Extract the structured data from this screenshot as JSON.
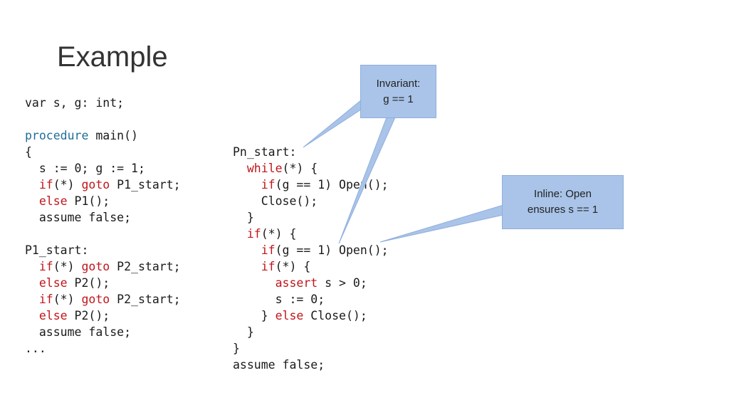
{
  "slide": {
    "title": "Example",
    "left_code": {
      "lines": [
        [
          {
            "t": "var s, g: int;"
          }
        ],
        [
          {
            "t": ""
          }
        ],
        [
          {
            "t": "procedure",
            "c": "blue"
          },
          {
            "t": " main()"
          }
        ],
        [
          {
            "t": "{"
          }
        ],
        [
          {
            "t": "  s := 0; g := 1;"
          }
        ],
        [
          {
            "t": "  "
          },
          {
            "t": "if",
            "c": "red"
          },
          {
            "t": "(*) "
          },
          {
            "t": "goto",
            "c": "red"
          },
          {
            "t": " P1_start;"
          }
        ],
        [
          {
            "t": "  "
          },
          {
            "t": "else",
            "c": "red"
          },
          {
            "t": " P1();"
          }
        ],
        [
          {
            "t": "  assume false;"
          }
        ],
        [
          {
            "t": ""
          }
        ],
        [
          {
            "t": "P1_start:"
          }
        ],
        [
          {
            "t": "  "
          },
          {
            "t": "if",
            "c": "red"
          },
          {
            "t": "(*) "
          },
          {
            "t": "goto",
            "c": "red"
          },
          {
            "t": " P2_start;"
          }
        ],
        [
          {
            "t": "  "
          },
          {
            "t": "else",
            "c": "red"
          },
          {
            "t": " P2();"
          }
        ],
        [
          {
            "t": "  "
          },
          {
            "t": "if",
            "c": "red"
          },
          {
            "t": "(*) "
          },
          {
            "t": "goto",
            "c": "red"
          },
          {
            "t": " P2_start;"
          }
        ],
        [
          {
            "t": "  "
          },
          {
            "t": "else",
            "c": "red"
          },
          {
            "t": " P2();"
          }
        ],
        [
          {
            "t": "  assume false;"
          }
        ],
        [
          {
            "t": "..."
          }
        ]
      ]
    },
    "right_code": {
      "lines": [
        [
          {
            "t": "Pn_start:"
          }
        ],
        [
          {
            "t": "  "
          },
          {
            "t": "while",
            "c": "red"
          },
          {
            "t": "(*) {"
          }
        ],
        [
          {
            "t": "    "
          },
          {
            "t": "if",
            "c": "red"
          },
          {
            "t": "(g == 1) Open();"
          }
        ],
        [
          {
            "t": "    Close();"
          }
        ],
        [
          {
            "t": "  }"
          }
        ],
        [
          {
            "t": "  "
          },
          {
            "t": "if",
            "c": "red"
          },
          {
            "t": "(*) {"
          }
        ],
        [
          {
            "t": "    "
          },
          {
            "t": "if",
            "c": "red"
          },
          {
            "t": "(g == 1) Open();"
          }
        ],
        [
          {
            "t": "    "
          },
          {
            "t": "if",
            "c": "red"
          },
          {
            "t": "(*) {"
          }
        ],
        [
          {
            "t": "      "
          },
          {
            "t": "assert",
            "c": "red"
          },
          {
            "t": " s > 0;"
          }
        ],
        [
          {
            "t": "      s := 0;"
          }
        ],
        [
          {
            "t": "    } "
          },
          {
            "t": "else",
            "c": "red"
          },
          {
            "t": " Close();"
          }
        ],
        [
          {
            "t": "  }"
          }
        ],
        [
          {
            "t": "}"
          }
        ],
        [
          {
            "t": "assume false;"
          }
        ]
      ]
    },
    "callouts": {
      "invariant": {
        "line1": "Invariant:",
        "line2": "g == 1"
      },
      "inline": {
        "line1": "Inline: Open",
        "line2": "ensures s == 1"
      }
    },
    "colors": {
      "keyword_blue": "#1f6e9a",
      "keyword_red": "#c0151b",
      "callout_fill": "#a9c4e8"
    }
  }
}
